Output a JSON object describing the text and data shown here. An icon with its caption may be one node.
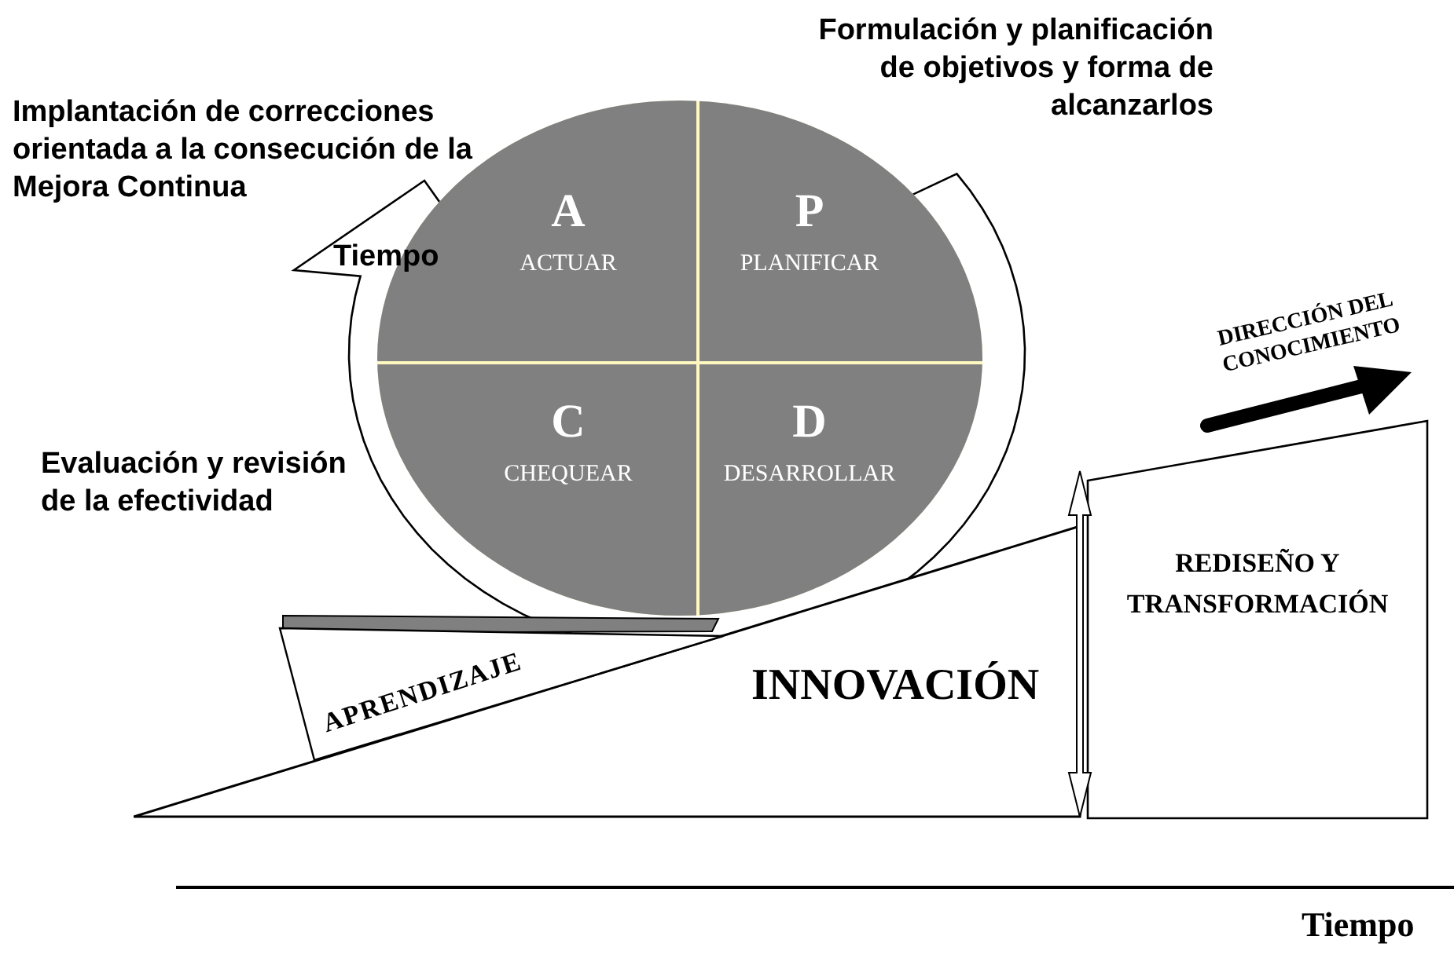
{
  "diagram": {
    "nodes": [
      {
        "text": [],
        "shape": "circle"
      },
      {
        "text": [
          "A",
          "ACTUAR"
        ],
        "in": 0
      },
      {
        "text": [
          "P",
          "PLANIFICAR"
        ],
        "in": 0
      },
      {
        "text": [
          "C",
          "CHEQUEAR"
        ],
        "in": 0
      },
      {
        "text": [
          "D",
          "DESARROLLAR"
        ],
        "in": 0
      },
      {
        "text": [
          "INNOVACIÓN"
        ]
      },
      {
        "text": [
          "APRENDIZAJE"
        ]
      },
      {
        "text": [
          "REDISEÑO Y TRANSFORMACIÓN"
        ]
      }
    ],
    "edges": [
      {
        "from": 5,
        "to": 7,
        "arrow": "both"
      }
    ],
    "labels": [
      "Formulación y planificación de objetivos y forma de alcanzarlos",
      "Implantación de correcciones orientada a  la consecución de la Mejora Continua",
      "Tiempo",
      "DIRECCIÓN DEL CONOCIMIENTO",
      "Evaluación y revisión de la efectividad",
      "Tiempo"
    ]
  }
}
